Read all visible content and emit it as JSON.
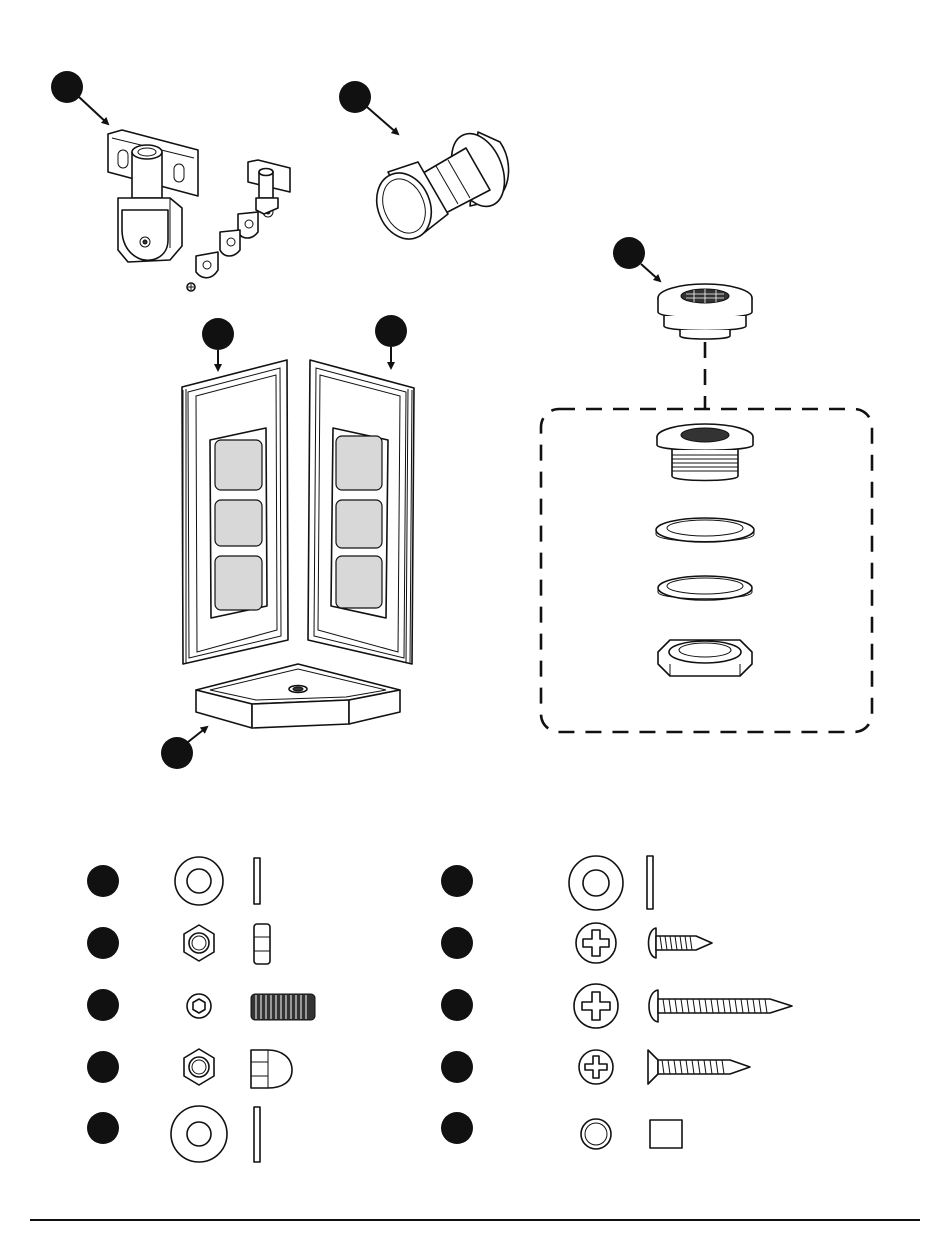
{
  "figure": {
    "kind": "exploded parts diagram",
    "callouts_labeled": false
  },
  "parts": {
    "top": [
      "hinge-assembly",
      "door-knob",
      "drain-assembly"
    ],
    "middle": [
      "left-wall-panel",
      "right-wall-panel",
      "shower-base"
    ],
    "drain_components": [
      "drain-strainer-body",
      "rubber-gasket",
      "fiber-washer",
      "drain-nut"
    ]
  },
  "hardware": {
    "left_column": [
      "flat-washer",
      "hex-nut",
      "set-screw",
      "acorn-nut",
      "large-flat-washer"
    ],
    "right_column": [
      "large-washer",
      "pan-head-screw",
      "long-pan-head-screw",
      "flat-head-screw",
      "cap-plug"
    ]
  }
}
